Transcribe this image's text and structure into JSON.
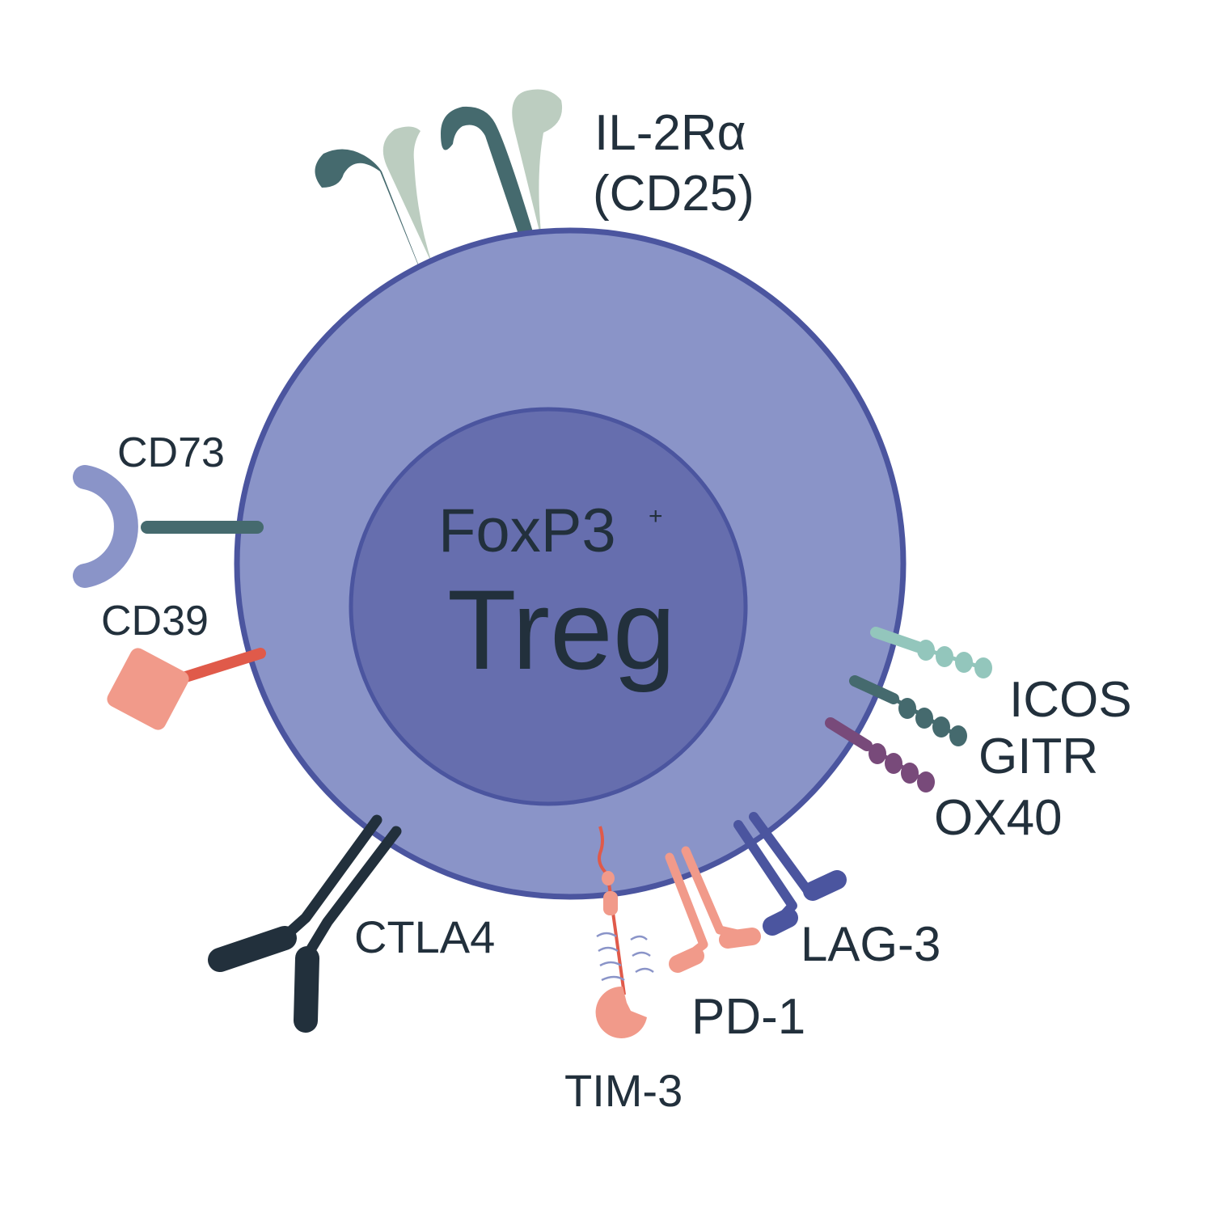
{
  "cell": {
    "marker": "FoxP3",
    "marker_sup": "+",
    "type": "Treg"
  },
  "labels": {
    "il2ra_line1": "IL-2Rα",
    "il2ra_line2": "(CD25)",
    "cd73": "CD73",
    "cd39": "CD39",
    "icos": "ICOS",
    "gitr": "GITR",
    "ox40": "OX40",
    "ctla4": "CTLA4",
    "lag3": "LAG-3",
    "pd1": "PD-1",
    "tim3": "TIM-3"
  },
  "colors": {
    "membrane_fill": "#8a94c8",
    "membrane_stroke": "#4b559f",
    "nucleus_fill": "#666eae",
    "nucleus_stroke": "#4b559f",
    "text": "#22303c",
    "il2r_dark": "#456a6e",
    "il2r_light": "#bccdc0",
    "cd73": "#8a94c8",
    "cd73_stalk": "#456a6e",
    "cd39": "#f19a8a",
    "cd39_stalk": "#e05a4a",
    "icos": "#93c6bc",
    "gitr": "#456a6e",
    "ox40": "#784a7a",
    "ctla4": "#22303c",
    "lag3": "#4b559f",
    "pd1": "#f19a8a",
    "tim3": "#f19a8a",
    "tim3_stalk": "#e05a4a",
    "tim3_glyco": "#8a94c8"
  }
}
